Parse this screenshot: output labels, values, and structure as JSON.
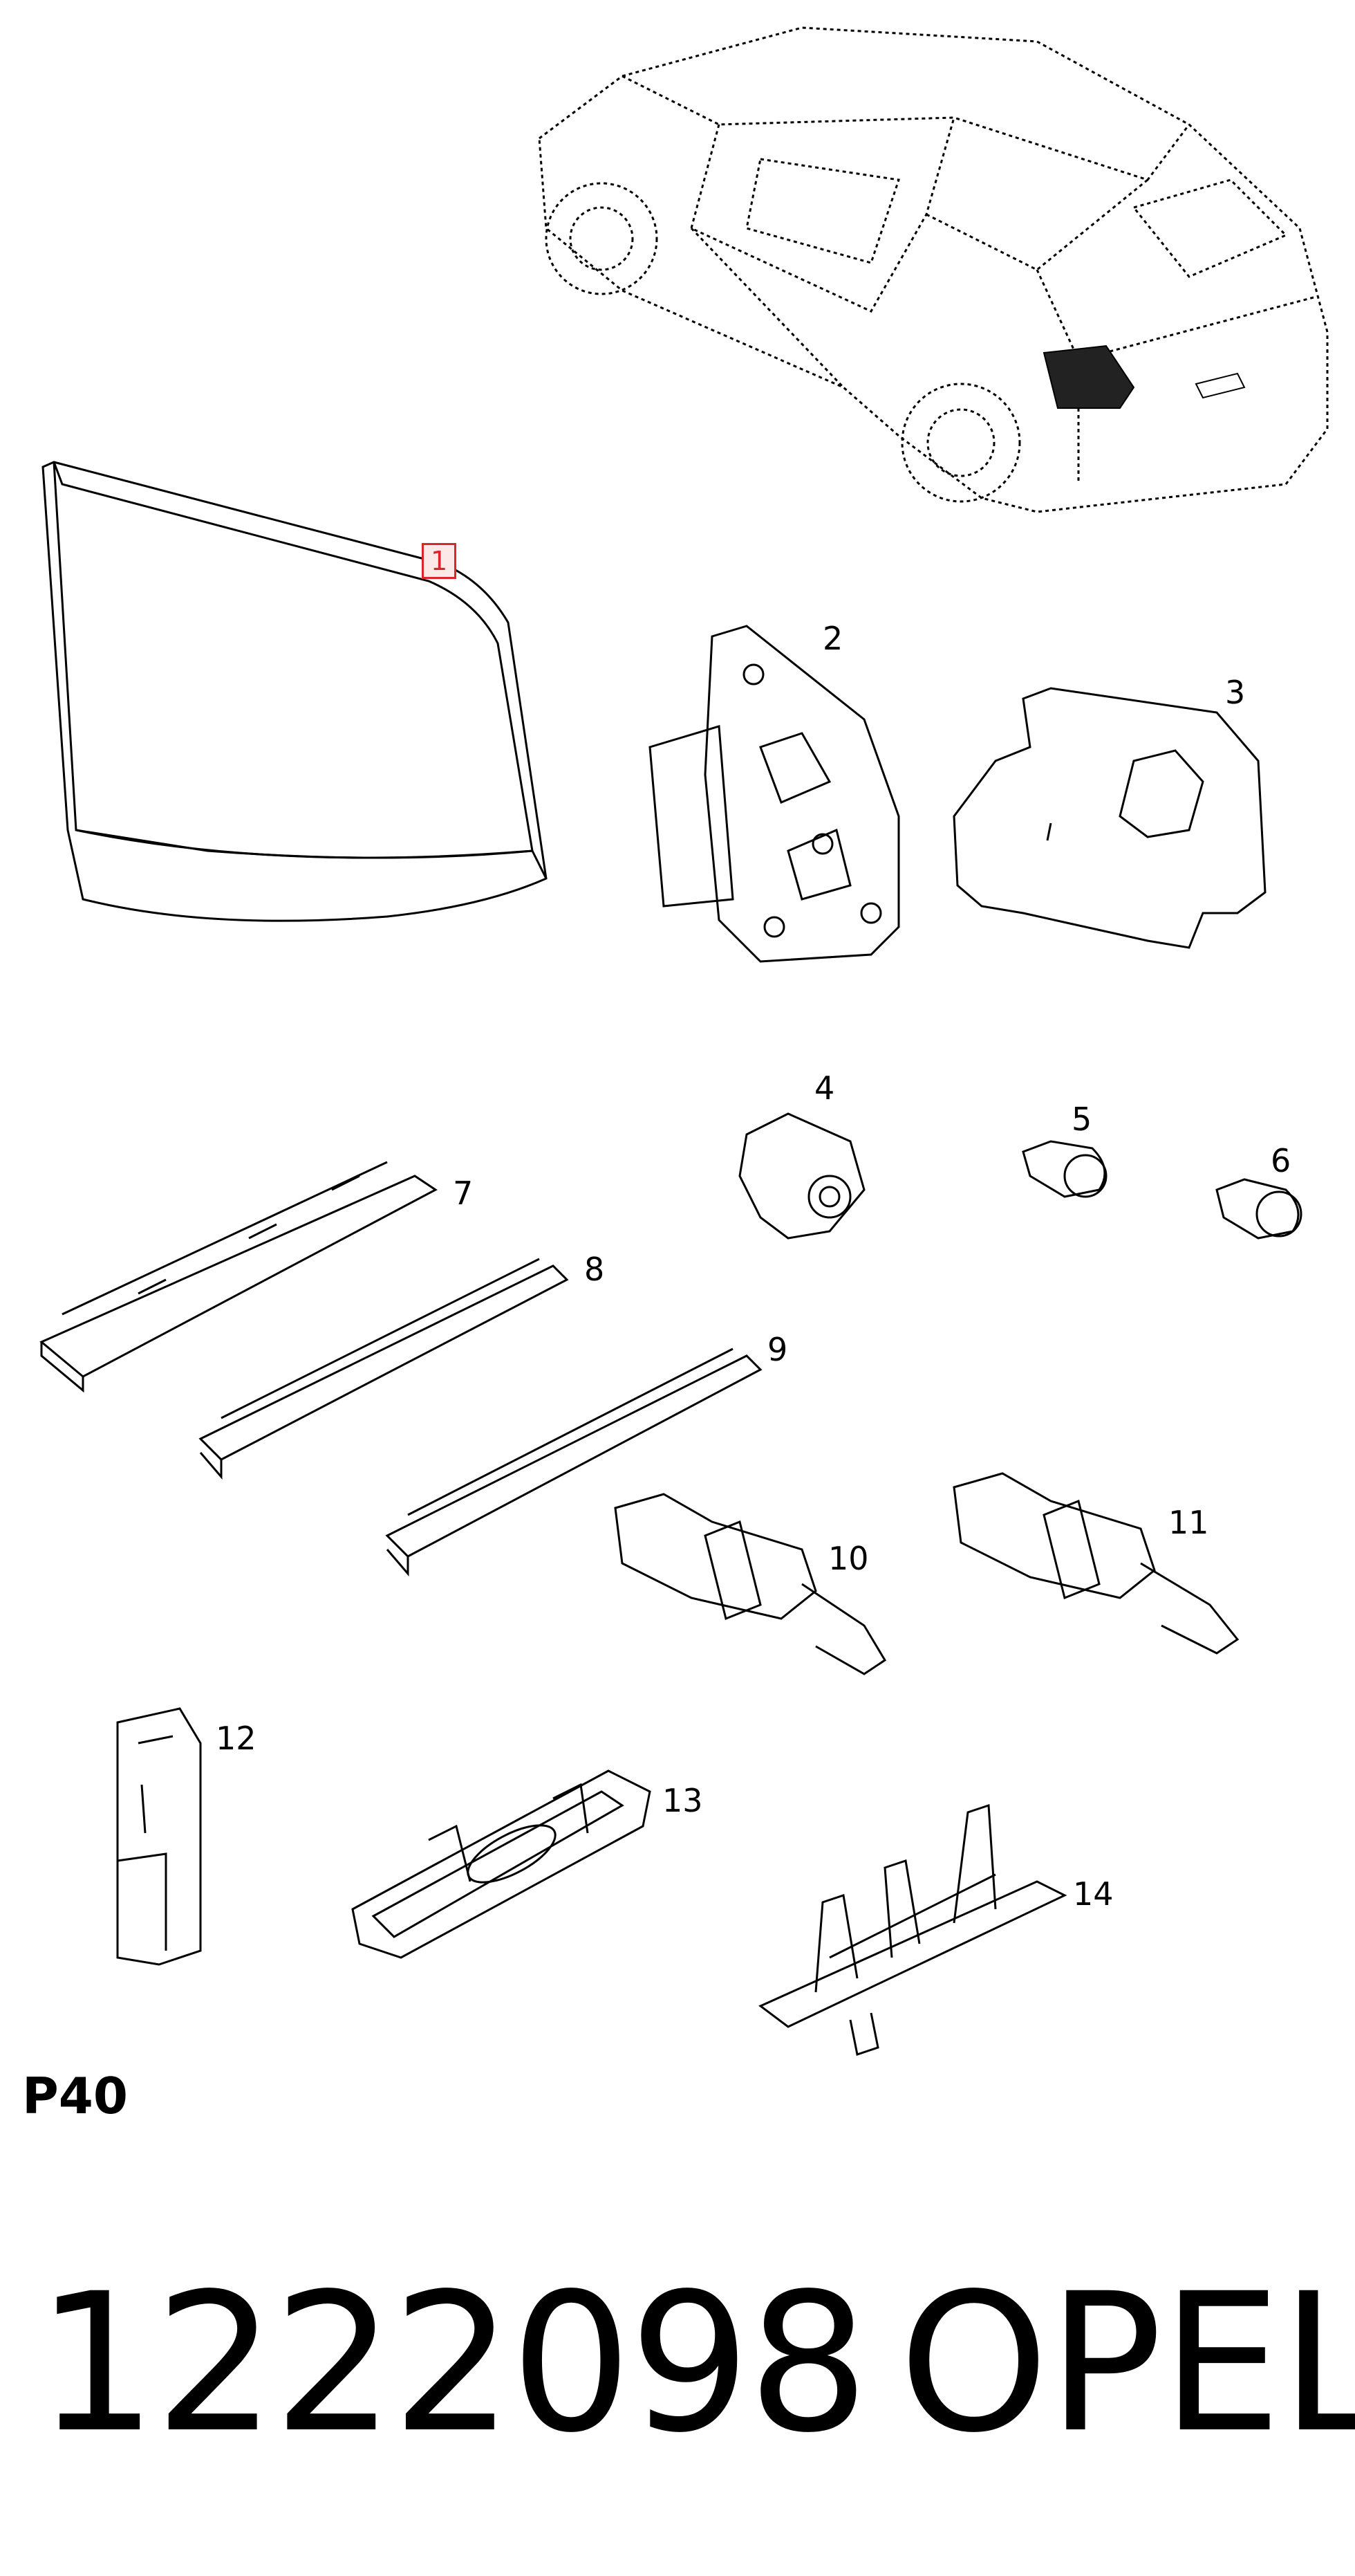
{
  "diagram": {
    "vehicle": "hatchback rear three-quarter view with highlighted tail lamp",
    "callouts": [
      {
        "id": "1",
        "highlight": true
      },
      {
        "id": "2"
      },
      {
        "id": "3"
      },
      {
        "id": "4"
      },
      {
        "id": "5"
      },
      {
        "id": "6"
      },
      {
        "id": "7"
      },
      {
        "id": "8"
      },
      {
        "id": "9"
      },
      {
        "id": "10"
      },
      {
        "id": "11"
      },
      {
        "id": "12"
      },
      {
        "id": "13"
      },
      {
        "id": "14"
      }
    ],
    "highlight_color": "#d9262b"
  },
  "section_code": "P40",
  "part_number": "1222098",
  "brand": "OPEL"
}
